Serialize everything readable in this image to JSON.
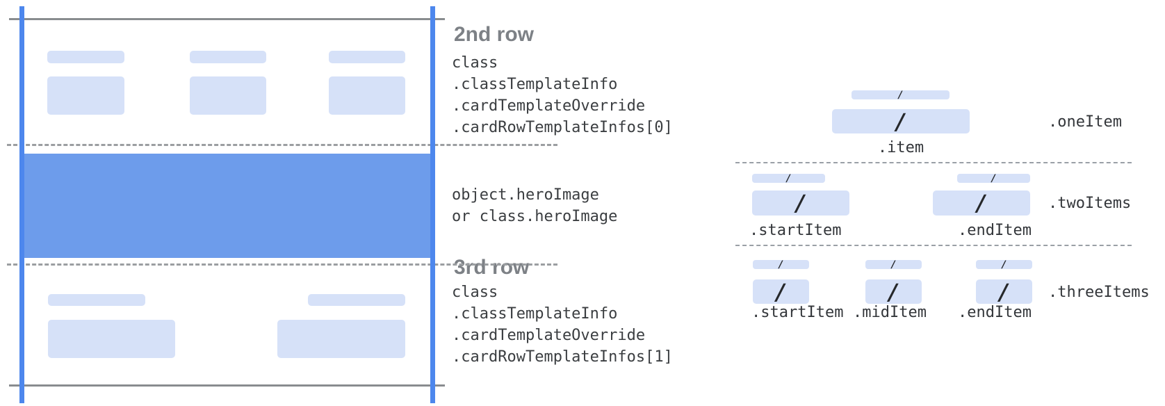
{
  "diagram_title": "wallet card template rows diagram",
  "colors": {
    "accent_blue_line": "#4d87ed",
    "hero_image_blue": "#6d9ceb",
    "placeholder_blue": "#d6e1f8",
    "solid_line_gray": "#898c8f",
    "dashed_line_gray": "#9aa0a6",
    "row_title_gray": "#7d8186",
    "code_text_dark": "#3b3e41"
  },
  "card": {
    "row2": {
      "title": "2nd row",
      "lines": [
        "class",
        ".classTemplateInfo",
        ".cardTemplateOverride",
        ".cardRowTemplateInfos[0]"
      ]
    },
    "hero": {
      "lines": [
        "object.heroImage",
        "or class.heroImage"
      ]
    },
    "row3": {
      "title": "3rd row",
      "lines": [
        "class",
        ".classTemplateInfo",
        ".cardTemplateOverride",
        ".cardRowTemplateInfos[1]"
      ]
    }
  },
  "items": {
    "slash": "/",
    "sections": [
      {
        "group_label": ".oneItem",
        "labels": [
          ".item"
        ]
      },
      {
        "group_label": ".twoItems",
        "labels": [
          ".startItem",
          ".endItem"
        ]
      },
      {
        "group_label": ".threeItems",
        "labels": [
          ".startItem",
          ".midItem",
          ".endItem"
        ]
      }
    ]
  }
}
